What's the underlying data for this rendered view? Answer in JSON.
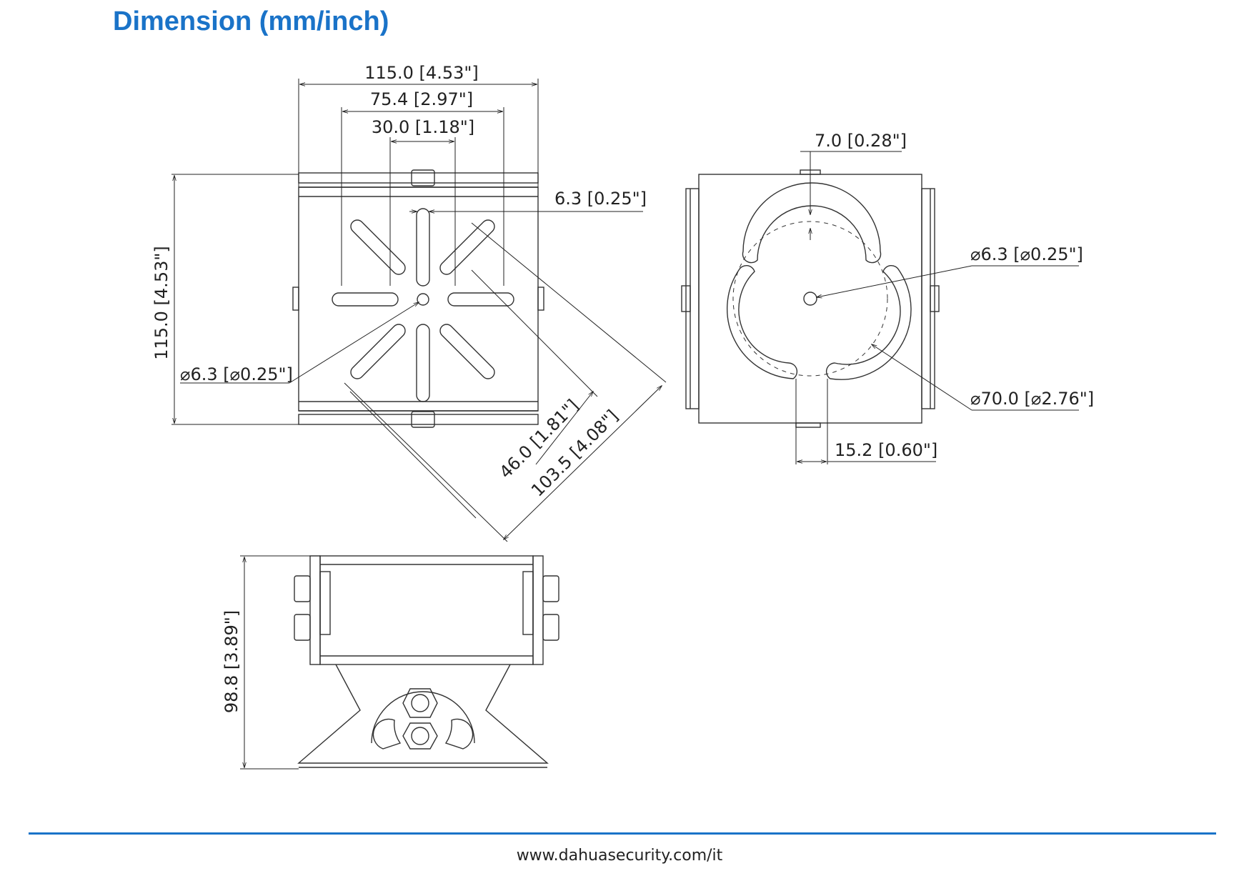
{
  "page": {
    "title": "Dimension (mm/inch)",
    "website": "www.dahuasecurity.com/it",
    "accent_color": "#1a73c8"
  },
  "front_view": {
    "width": "115.0 [4.53\"]",
    "slot_span": "75.4 [2.97\"]",
    "center_spacing": "30.0 [1.18\"]",
    "slot_width": "6.3 [0.25\"]",
    "height": "115.0 [4.53\"]",
    "center_hole": "⌀6.3 [⌀0.25\"]",
    "diag_inner": "46.0 [1.81\"]",
    "diag_outer": "103.5 [4.08\"]"
  },
  "top_view": {
    "tab_width": "7.0 [0.28\"]",
    "center_hole": "⌀6.3 [⌀0.25\"]",
    "ring_diameter": "⌀70.0 [⌀2.76\"]",
    "gap_width": "15.2 [0.60\"]"
  },
  "side_view": {
    "height": "98.8 [3.89\"]"
  }
}
